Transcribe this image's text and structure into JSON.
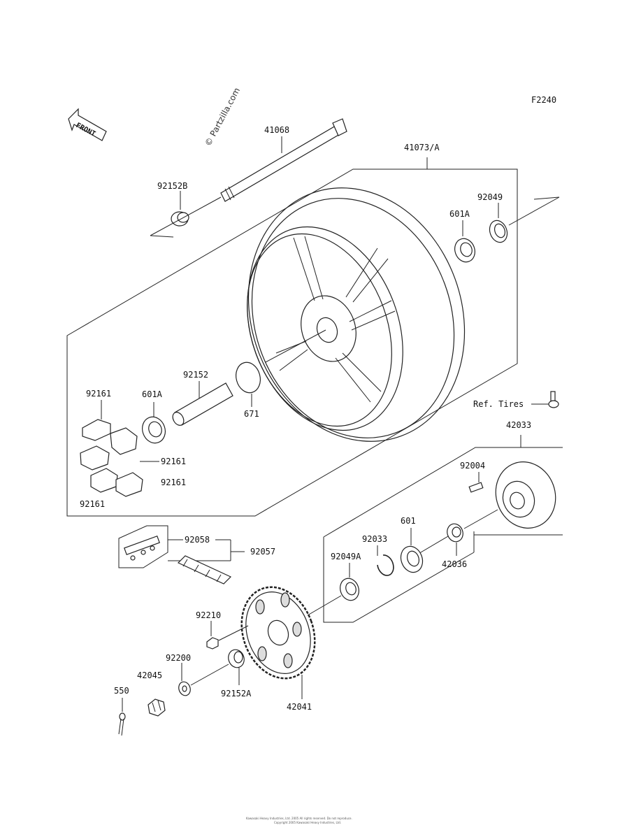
{
  "figure_code": "F2240",
  "watermark": "© Partzilla.com",
  "front_arrow": "FRONT",
  "ref_tires": "Ref. Tires",
  "footer_line1": "Kawasaki Heavy Industries, Ltd. 2005 All rights reserved. Do not reproduce.",
  "footer_line2": "Copyright 2005 Kawasaki Heavy Industries, Ltd.",
  "labels": {
    "p41068": "41068",
    "p41073a": "41073/A",
    "p92152b": "92152B",
    "p92049": "92049",
    "p601a_top": "601A",
    "p92152": "92152",
    "p601a_left": "601A",
    "p92161_a": "92161",
    "p92161_b": "92161",
    "p92161_c": "92161",
    "p92161_d": "92161",
    "p671": "671",
    "p42033": "42033",
    "p92004": "92004",
    "p601": "601",
    "p92033": "92033",
    "p92049a": "92049A",
    "p42036": "42036",
    "p92058": "92058",
    "p92057": "92057",
    "p92210": "92210",
    "p92200": "92200",
    "p42045": "42045",
    "p92152a": "92152A",
    "p42041": "42041",
    "p550": "550"
  }
}
